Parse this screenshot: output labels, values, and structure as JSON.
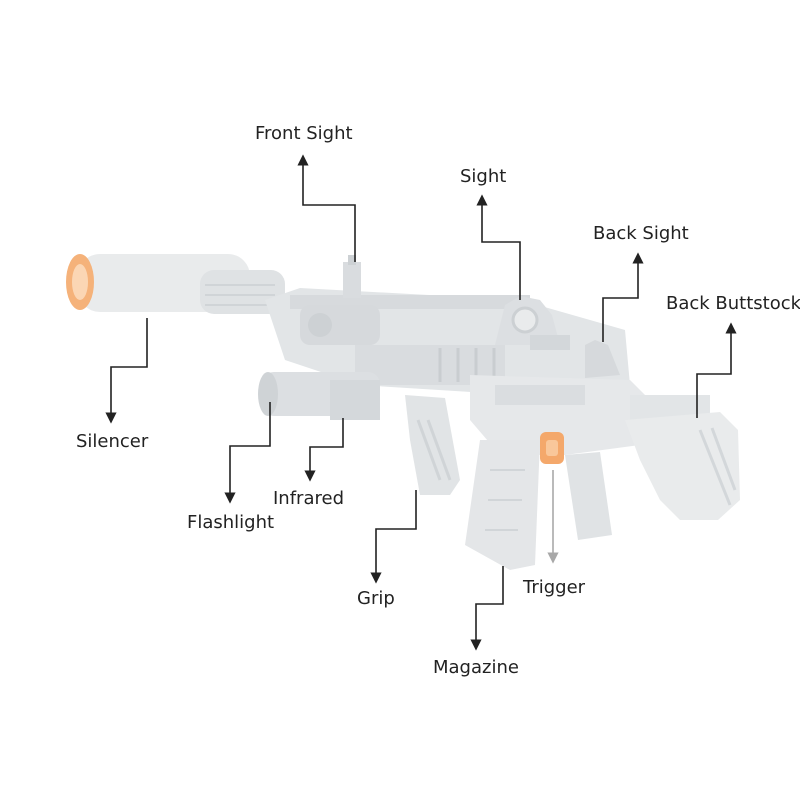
{
  "labels": {
    "front_sight": "Front Sight",
    "sight": "Sight",
    "back_sight": "Back Sight",
    "back_buttstock": "Back Buttstock",
    "silencer": "Silencer",
    "flashlight": "Flashlight",
    "infrared": "Infrared",
    "grip": "Grip",
    "magazine": "Magazine",
    "trigger": "Trigger"
  },
  "colors": {
    "gun_body": "#e9ebec",
    "gun_shade": "#d9dcdf",
    "gun_dark": "#c6cacd",
    "muzzle_orange": "#f5b27a",
    "trigger_orange": "#f4a86b",
    "leader_line": "#222222",
    "trigger_line": "#a8a8a8",
    "text": "#222222"
  }
}
